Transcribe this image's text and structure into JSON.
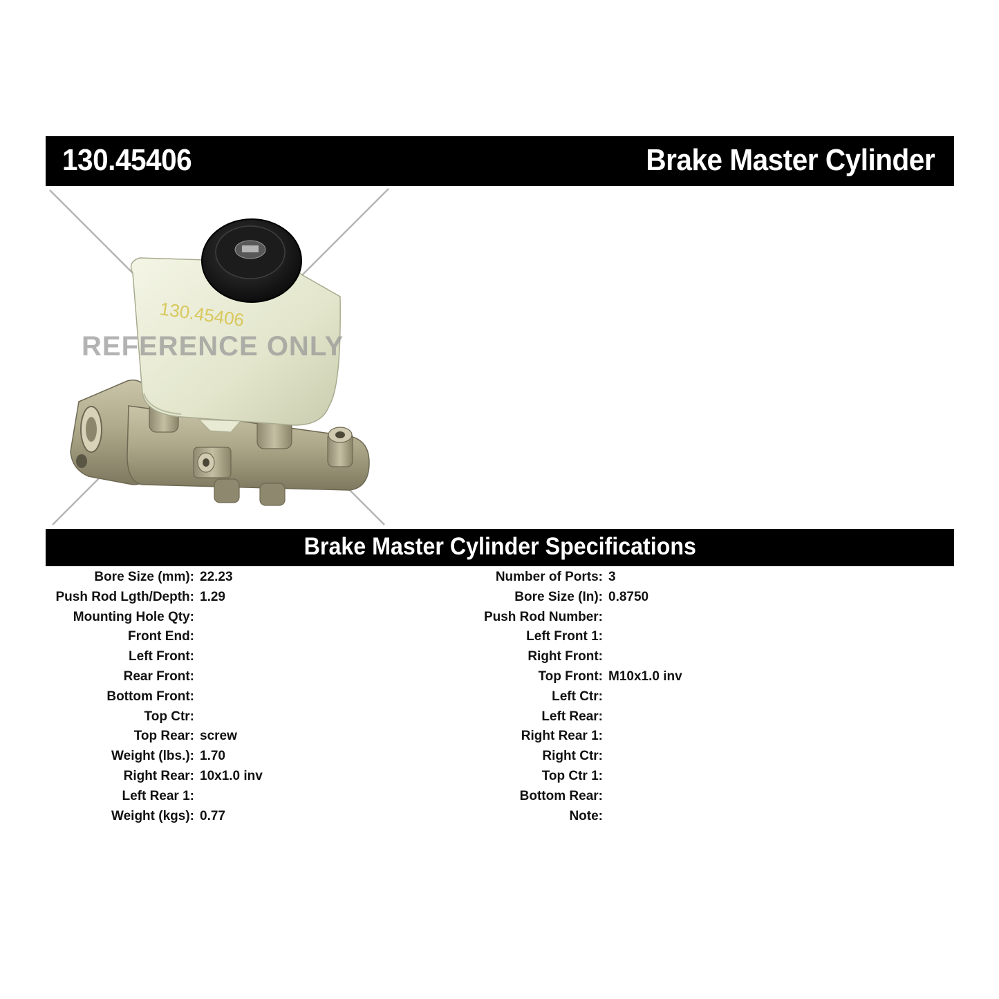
{
  "header": {
    "part_number": "130.45406",
    "part_name": "Brake Master Cylinder"
  },
  "product": {
    "watermark": "REFERENCE ONLY",
    "reservoir_marking": "130.45406"
  },
  "specs": {
    "title": "Brake Master Cylinder Specifications",
    "left": [
      {
        "label": "Bore Size (mm):",
        "value": "22.23"
      },
      {
        "label": "Push Rod Lgth/Depth:",
        "value": "1.29"
      },
      {
        "label": "Mounting Hole Qty:",
        "value": ""
      },
      {
        "label": "Front End:",
        "value": ""
      },
      {
        "label": "Left Front:",
        "value": ""
      },
      {
        "label": "Rear Front:",
        "value": ""
      },
      {
        "label": "Bottom Front:",
        "value": ""
      },
      {
        "label": "Top Ctr:",
        "value": ""
      },
      {
        "label": "Top Rear:",
        "value": "screw"
      },
      {
        "label": "Weight (lbs.):",
        "value": "1.70"
      },
      {
        "label": "Right Rear:",
        "value": "10x1.0 inv"
      },
      {
        "label": "Left Rear 1:",
        "value": ""
      },
      {
        "label": "Weight (kgs):",
        "value": "0.77"
      }
    ],
    "right": [
      {
        "label": "Number of Ports:",
        "value": "3"
      },
      {
        "label": "Bore Size (In):",
        "value": "0.8750"
      },
      {
        "label": "Push Rod Number:",
        "value": ""
      },
      {
        "label": "Left Front 1:",
        "value": ""
      },
      {
        "label": "Right Front:",
        "value": ""
      },
      {
        "label": "Top Front:",
        "value": "M10x1.0 inv"
      },
      {
        "label": "Left Ctr:",
        "value": ""
      },
      {
        "label": "Left Rear:",
        "value": ""
      },
      {
        "label": "Right Rear 1:",
        "value": ""
      },
      {
        "label": "Right Ctr:",
        "value": ""
      },
      {
        "label": "Top Ctr 1:",
        "value": ""
      },
      {
        "label": "Bottom Rear:",
        "value": ""
      },
      {
        "label": "Note:",
        "value": ""
      }
    ]
  }
}
